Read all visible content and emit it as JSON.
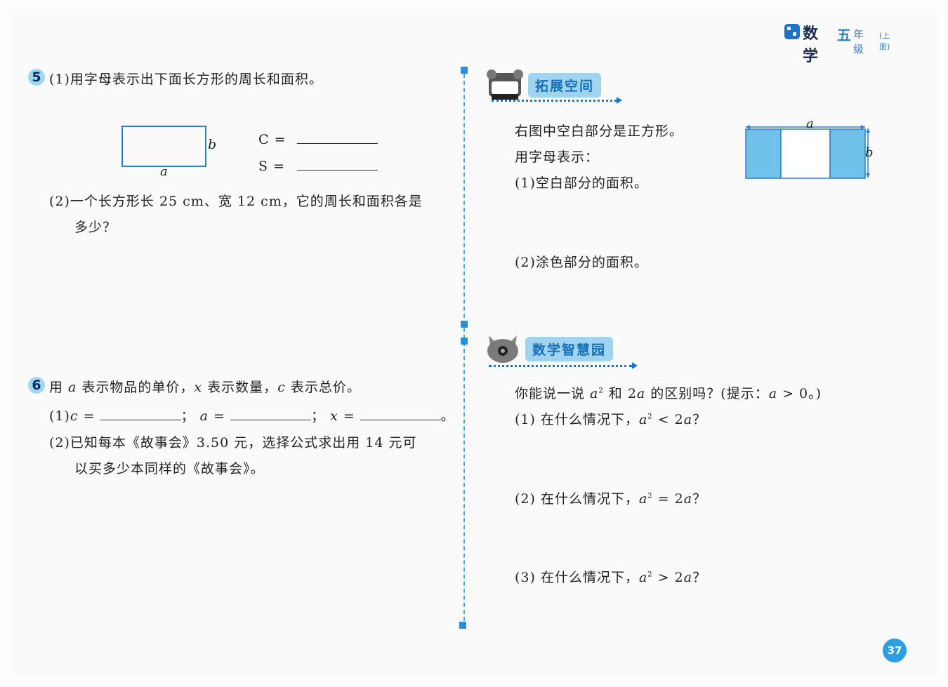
{
  "header": {
    "subject": "数学",
    "grade_num": "五",
    "grade": "年级",
    "volume": "(上册)"
  },
  "q5": {
    "num": "5",
    "p1": "(1)用字母表示出下面长方形的周长和面积。",
    "rect_a": "a",
    "rect_b": "b",
    "c_label": "C =",
    "s_label": "S =",
    "p2_line1": "(2)一个长方形长 25 cm、宽 12 cm，它的周长和面积各是",
    "p2_line2": "多少？"
  },
  "q6": {
    "num": "6",
    "intro_1": "用 ",
    "a": "a",
    "intro_2": " 表示物品的单价，",
    "x": "x",
    "intro_3": " 表示数量，",
    "c": "c",
    "intro_4": " 表示总价。",
    "p1_prefix": "(1)",
    "eq": " =",
    "sep": "；",
    "end": "。",
    "p2_line1": "(2)已知每本《故事会》3.50 元，选择公式求出用 14 元可",
    "p2_line2": "以买多少本同样的《故事会》。"
  },
  "expand": {
    "title": "拓展空间",
    "line1": "右图中空白部分是正方形。",
    "line2": "用字母表示：",
    "p1": "(1)空白部分的面积。",
    "p2": "(2)涂色部分的面积。",
    "fig_a": "a",
    "fig_b": "b"
  },
  "wisdom": {
    "title": "数学智慧园",
    "line1_a": "你能说一说 ",
    "a": "a",
    "sq": "2",
    "line1_b": " 和 2",
    "line1_c": " 的区别吗？(提示：",
    "line1_d": " > 0。)",
    "q1_prefix": "(1) 在什么情况下，",
    "q1_op": " < 2",
    "q2_prefix": "(2) 在什么情况下，",
    "q2_op": " = 2",
    "q3_prefix": "(3) 在什么情况下，",
    "q3_op": " > 2",
    "qmark": "？"
  },
  "page_number": "37",
  "colors": {
    "accent": "#2d9ee0",
    "shade": "#6fc0ea",
    "badge": "#9fd8f3"
  }
}
